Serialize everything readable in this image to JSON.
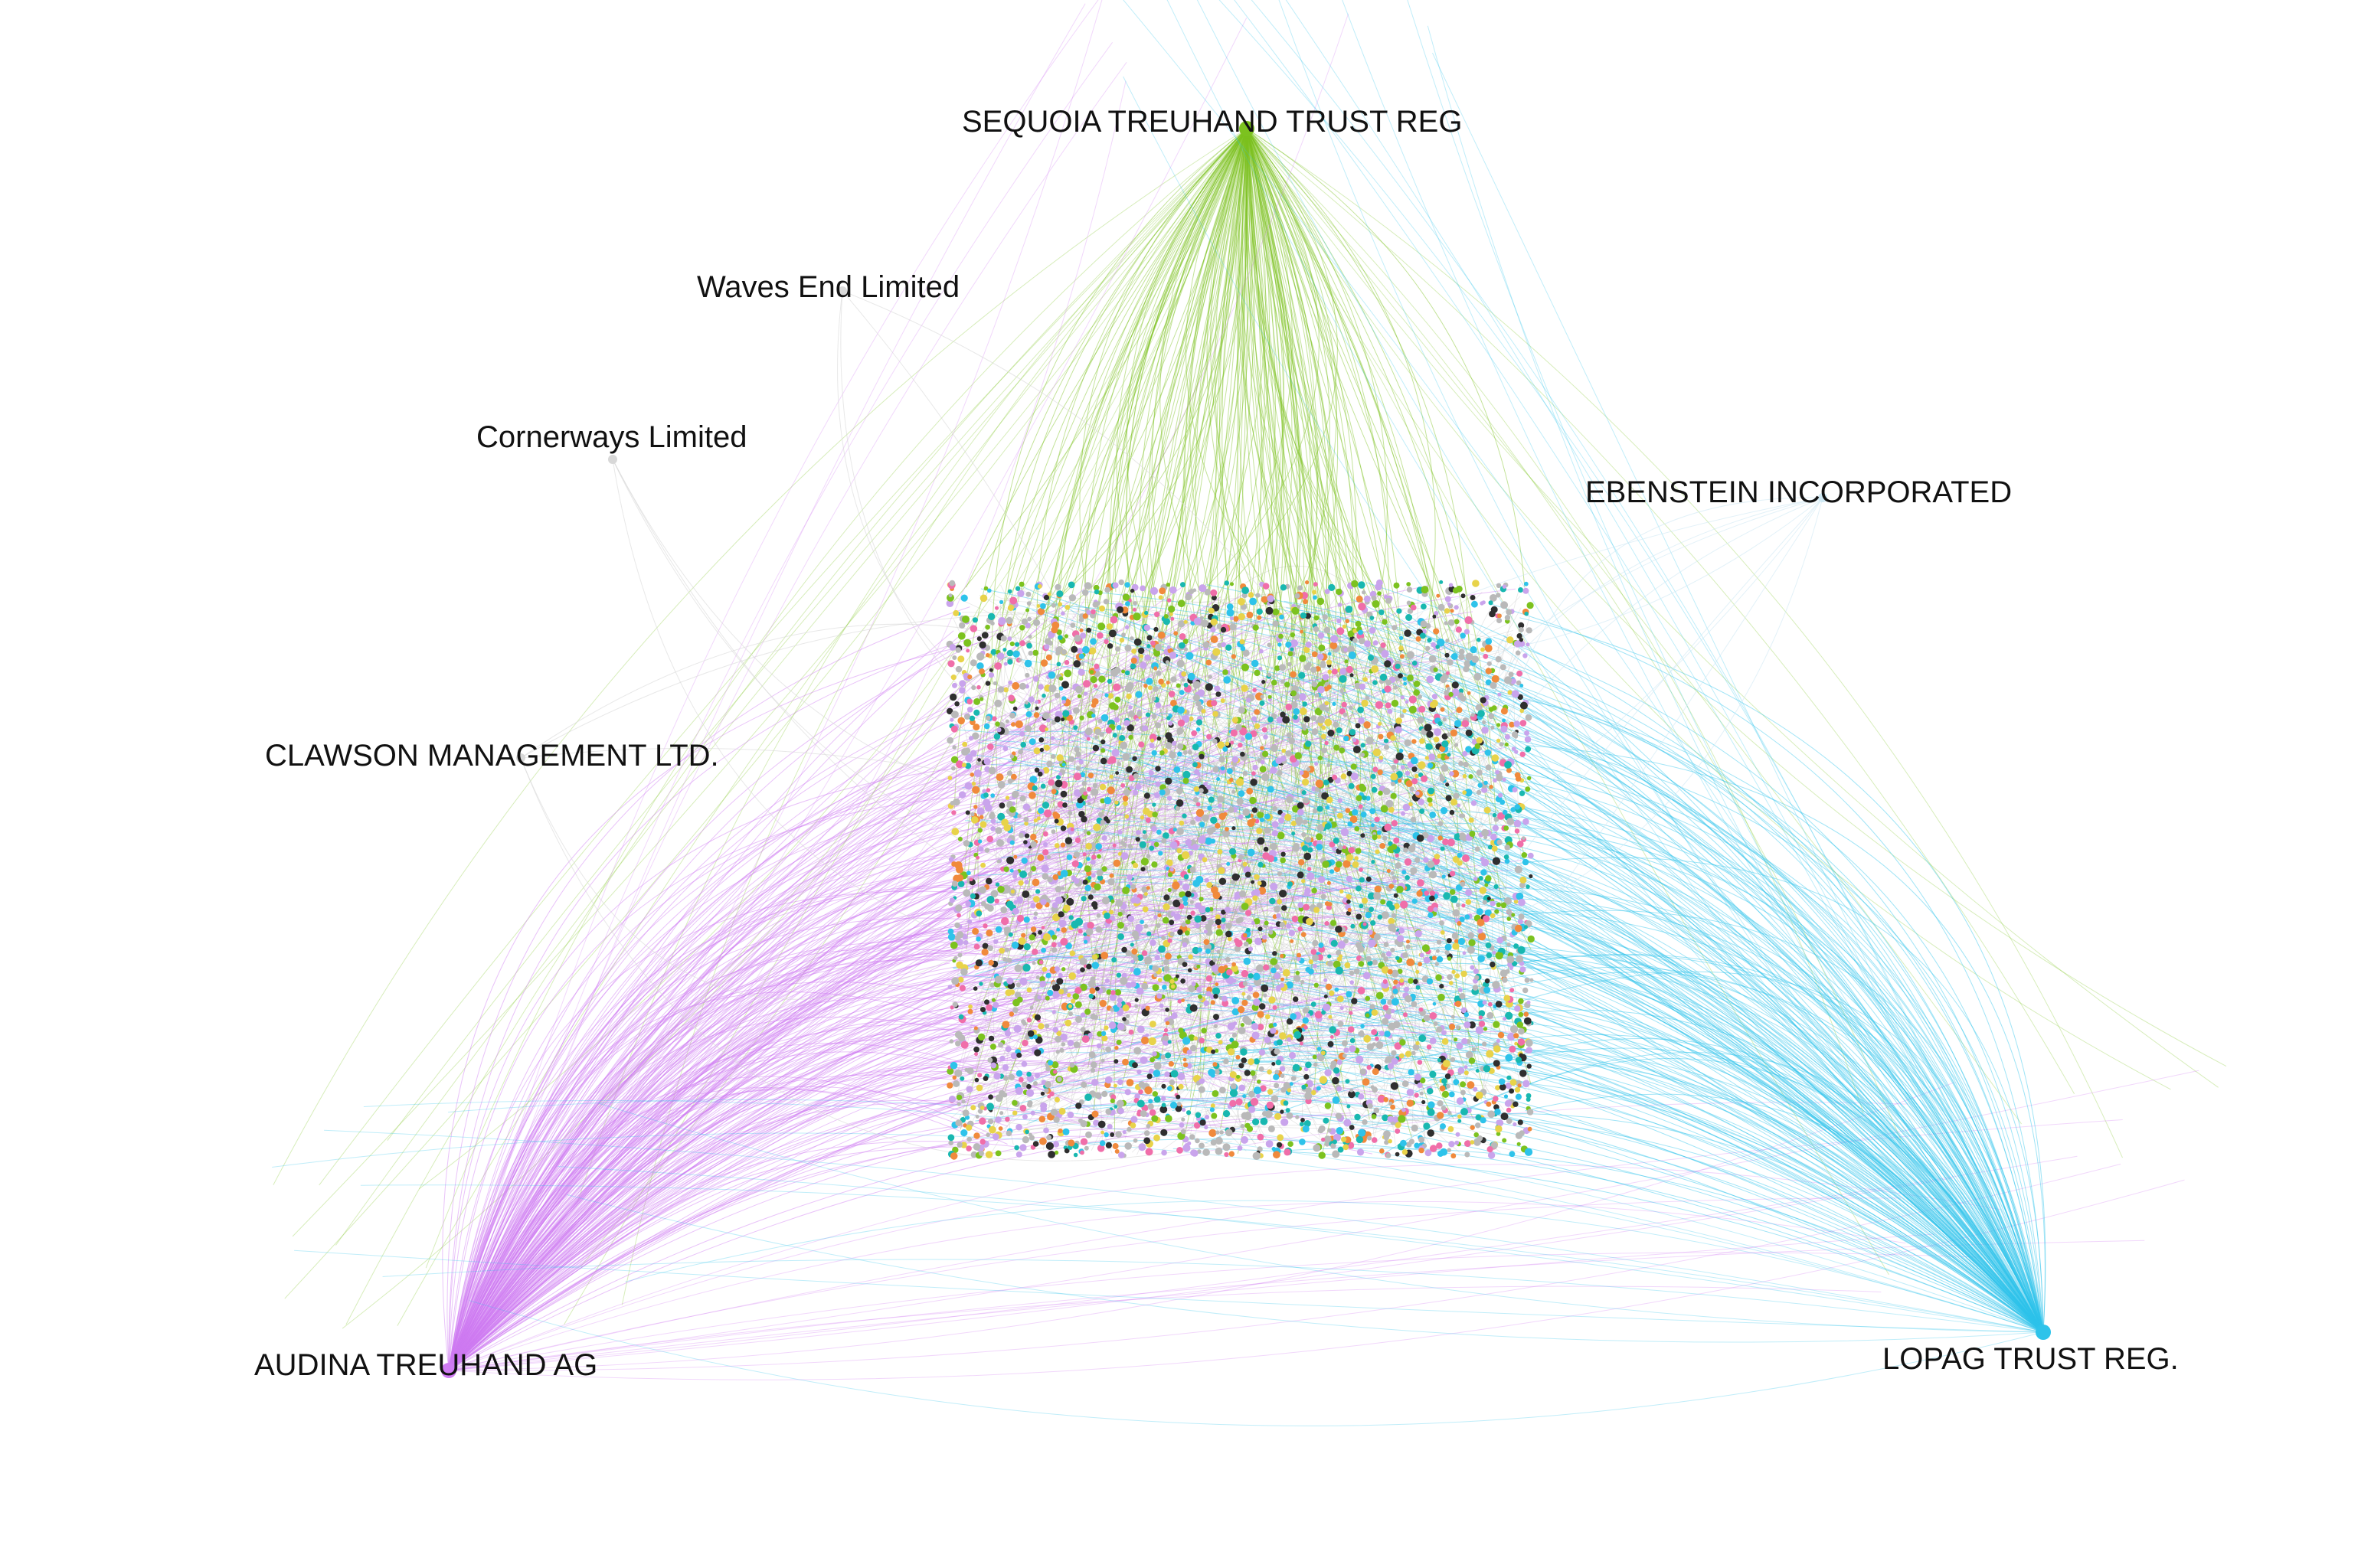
{
  "graph": {
    "hubs": [
      {
        "id": "sequoia",
        "label": "SEQUOIA TREUHAND TRUST REG",
        "color": "#7cc21f",
        "edges": 180
      },
      {
        "id": "audina",
        "label": "AUDINA TREUHAND AG",
        "color": "#cf7bf2",
        "edges": 260
      },
      {
        "id": "lopag",
        "label": "LOPAG TRUST REG.",
        "color": "#2ec3ea",
        "edges": 210
      },
      {
        "id": "ebenstein",
        "label": "EBENSTEIN INCORPORATED",
        "color": "#cfe8f3",
        "edges": 10
      },
      {
        "id": "waves",
        "label": "Waves End Limited",
        "color": "#d8d8d8",
        "edges": 4
      },
      {
        "id": "cornerways",
        "label": "Cornerways Limited",
        "color": "#d8d8d8",
        "edges": 4
      },
      {
        "id": "clawson",
        "label": "CLAWSON MANAGEMENT LTD.",
        "color": "#d8d8d8",
        "edges": 5
      }
    ],
    "node_palette": [
      "#b9b9b9",
      "#b9b9b9",
      "#b9b9b9",
      "#c9a4ec",
      "#c9a4ec",
      "#7cc21f",
      "#2ec3ea",
      "#f08a3c",
      "#f06ea9",
      "#2f2f2f",
      "#19b8b0",
      "#e8d34a"
    ],
    "background": "#ffffff"
  }
}
